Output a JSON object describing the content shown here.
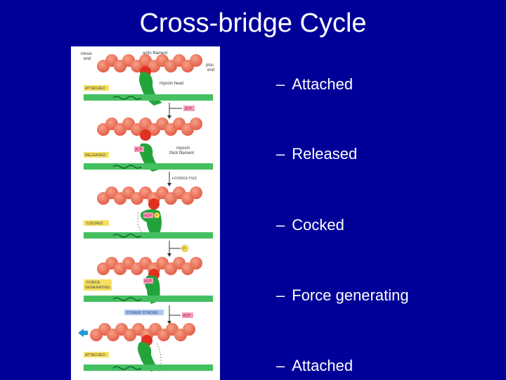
{
  "slide": {
    "title": "Cross-bridge Cycle"
  },
  "bullets": [
    {
      "dash": "–",
      "text": "Attached"
    },
    {
      "dash": "–",
      "text": "Released"
    },
    {
      "dash": "–",
      "text": "Cocked"
    },
    {
      "dash": "–",
      "text": "Force generating"
    },
    {
      "dash": "–",
      "text": "Attached"
    }
  ],
  "figure": {
    "minus_end": [
      "minus",
      "end"
    ],
    "plus_end": [
      "plus",
      "end"
    ],
    "actin_filament": "actin filament",
    "myosin_head": "myosin head",
    "myosin_thick_filament": [
      "myosin",
      "thick filament"
    ],
    "state_labels": {
      "attached": "ATTACHED",
      "released": "RELEASED",
      "cocked": "COCKED",
      "force_generating": [
        "FORCE",
        "GENERATING"
      ],
      "attached_2": "ATTACHED"
    },
    "step_labels": {
      "atp": "ATP",
      "hydrolysis": "HYDROLYSIS",
      "pi": "Pi",
      "power_stroke": "POWER STROKE",
      "adp": "ADP"
    },
    "molecule_tags": {
      "atp": "ATP",
      "adp": "ADP",
      "p": "P"
    },
    "colors": {
      "actin": "#f07860",
      "actin_dark": "#e04030",
      "myosin": "#22a43a",
      "thick_filament": "#44c060",
      "label_bg": "#f6e060",
      "tag_bg": "#f0a0c0",
      "power_stroke_bg": "#b0c8f0",
      "arrow_blue": "#1e9ad8"
    }
  }
}
